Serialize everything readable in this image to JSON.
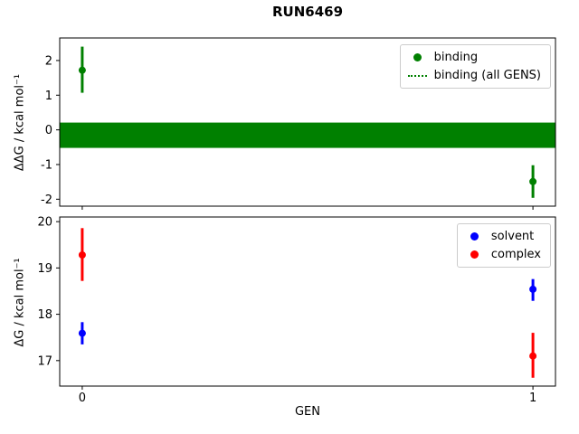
{
  "title": "RUN6469",
  "xlabel": "GEN",
  "xticklabels": [
    "0",
    "1"
  ],
  "colors": {
    "green": "#008000",
    "blue": "#0000ff",
    "red": "#ff0000"
  },
  "chart_data": [
    {
      "type": "scatter",
      "ylabel": "ΔΔG / kcal mol⁻¹",
      "x": [
        0,
        1
      ],
      "xlim": [
        -0.05,
        1.05
      ],
      "ylim": [
        -2.2,
        2.65
      ],
      "yticks": [
        -2,
        -1,
        0,
        1,
        2
      ],
      "grid": false,
      "series": [
        {
          "name": "binding",
          "color": "#008000",
          "marker": "circle",
          "y": [
            1.72,
            -1.49
          ],
          "yerr_low": [
            0.65,
            0.47
          ],
          "yerr_high": [
            0.68,
            0.47
          ]
        }
      ],
      "band": {
        "name": "binding (all GENS)",
        "color": "#008000",
        "y_low": -0.52,
        "y_high": 0.21
      },
      "legend": {
        "position": "upper right",
        "entries": [
          {
            "label": "binding",
            "marker": "dot",
            "color": "#008000"
          },
          {
            "label": "binding (all GENS)",
            "marker": "dotted-line",
            "color": "#008000"
          }
        ]
      }
    },
    {
      "type": "scatter",
      "ylabel": "ΔG / kcal mol⁻¹",
      "xlabel": "GEN",
      "x": [
        0,
        1
      ],
      "xlim": [
        -0.05,
        1.05
      ],
      "ylim": [
        16.45,
        20.1
      ],
      "yticks": [
        17,
        18,
        19,
        20
      ],
      "grid": false,
      "series": [
        {
          "name": "solvent",
          "color": "#0000ff",
          "marker": "circle",
          "y": [
            17.59,
            18.54
          ],
          "yerr_low": [
            0.24,
            0.25
          ],
          "yerr_high": [
            0.24,
            0.22
          ]
        },
        {
          "name": "complex",
          "color": "#ff0000",
          "marker": "circle",
          "y": [
            19.28,
            17.1
          ],
          "yerr_low": [
            0.56,
            0.47
          ],
          "yerr_high": [
            0.58,
            0.5
          ]
        }
      ],
      "legend": {
        "position": "upper right",
        "entries": [
          {
            "label": "solvent",
            "marker": "dot",
            "color": "#0000ff"
          },
          {
            "label": "complex",
            "marker": "dot",
            "color": "#ff0000"
          }
        ]
      }
    }
  ]
}
